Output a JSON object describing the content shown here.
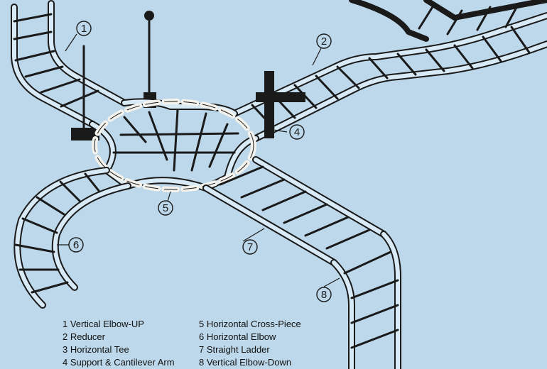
{
  "callouts": [
    {
      "num": "1"
    },
    {
      "num": "2"
    },
    {
      "num": "4"
    },
    {
      "num": "5"
    },
    {
      "num": "6"
    },
    {
      "num": "7"
    },
    {
      "num": "8"
    }
  ],
  "legend": [
    {
      "text": "1  Vertical Elbow-UP"
    },
    {
      "text": "5  Horizontal Cross-Piece"
    },
    {
      "text": "2  Reducer"
    },
    {
      "text": "6  Horizontal Elbow"
    },
    {
      "text": "3  Horizontal Tee"
    },
    {
      "text": "7  Straight Ladder"
    },
    {
      "text": "4  Support & Cantilever Arm"
    },
    {
      "text": "8  Vertical Elbow-Down"
    }
  ],
  "colors": {
    "background": "#bcd8ea",
    "rail_fill": "#d8eaf5",
    "ink": "#1a1a1a",
    "dash_marker": "#f4f2ec"
  }
}
